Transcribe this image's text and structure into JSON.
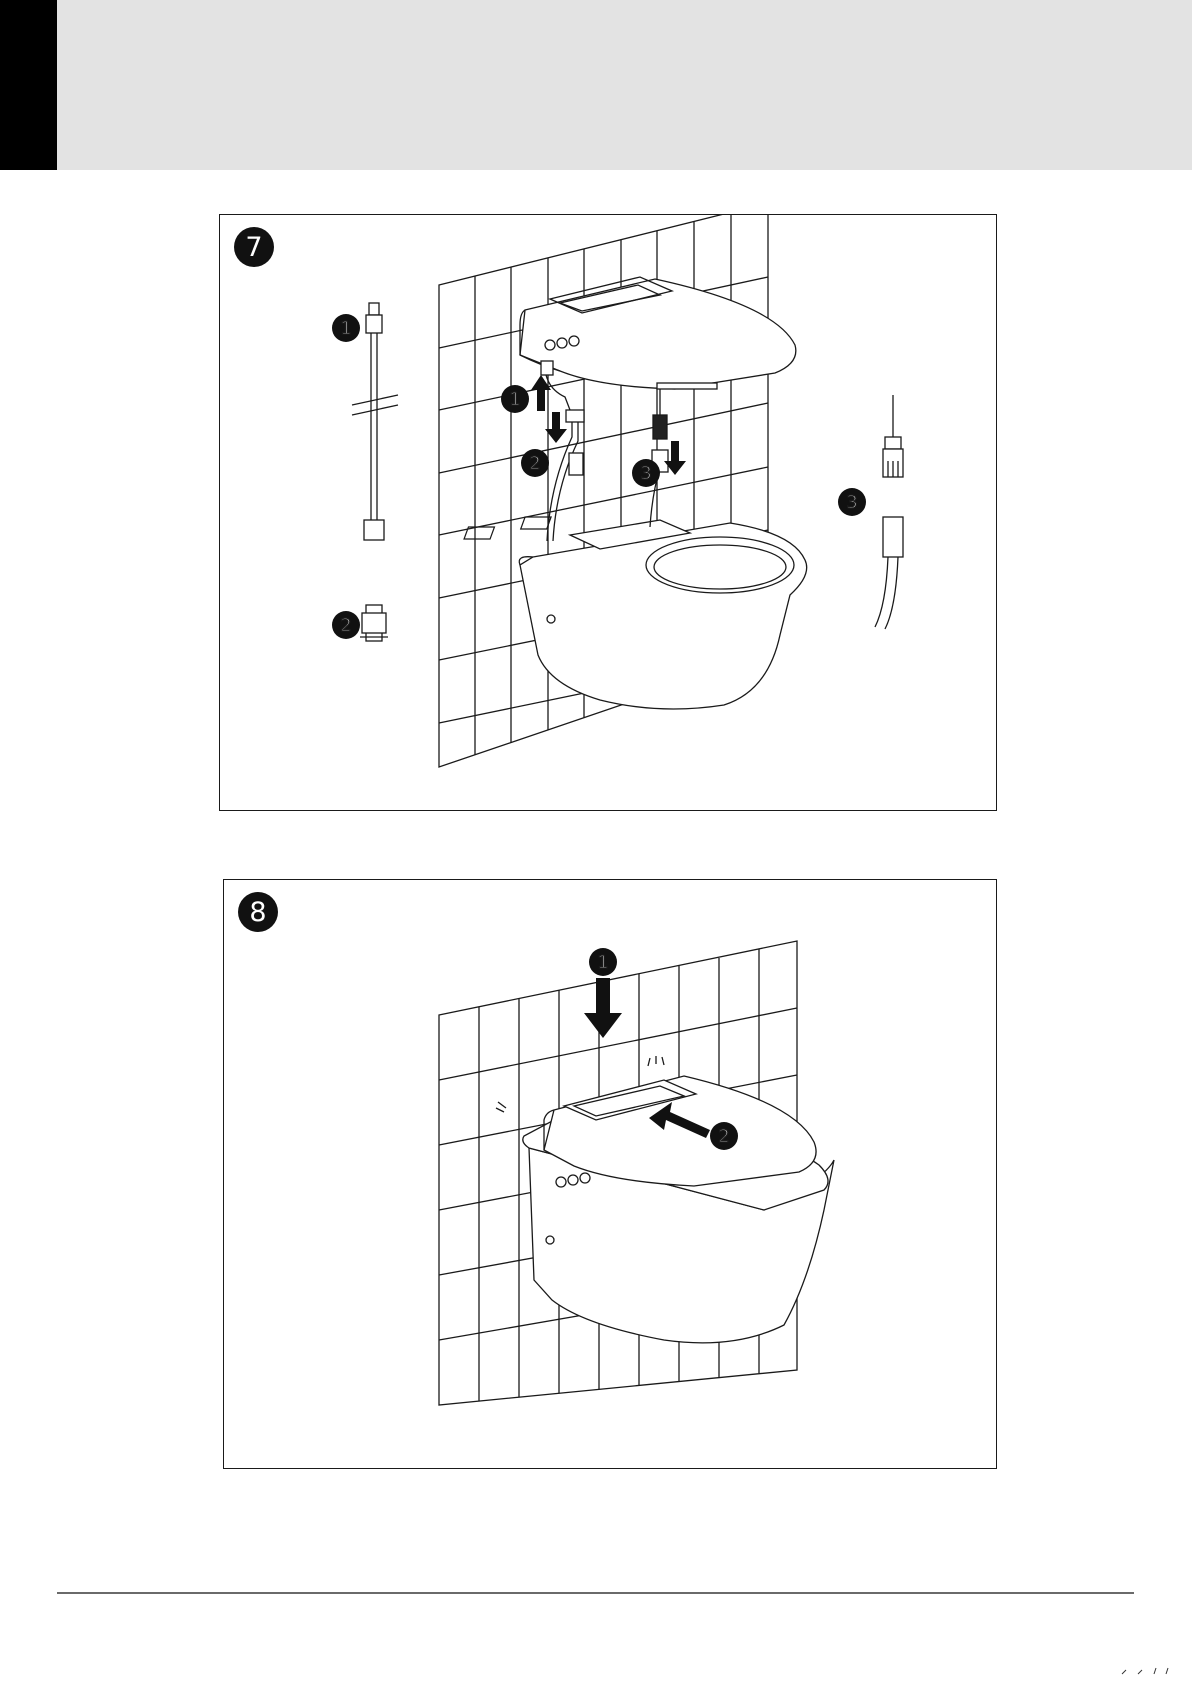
{
  "steps": [
    {
      "number": "7",
      "callouts": [
        "1",
        "2",
        "3"
      ]
    },
    {
      "number": "8",
      "callouts": [
        "1",
        "2"
      ]
    }
  ],
  "colors": {
    "header_band": "#e3e3e3",
    "header_tab": "#000000",
    "line_art": "#1a1a1a"
  }
}
